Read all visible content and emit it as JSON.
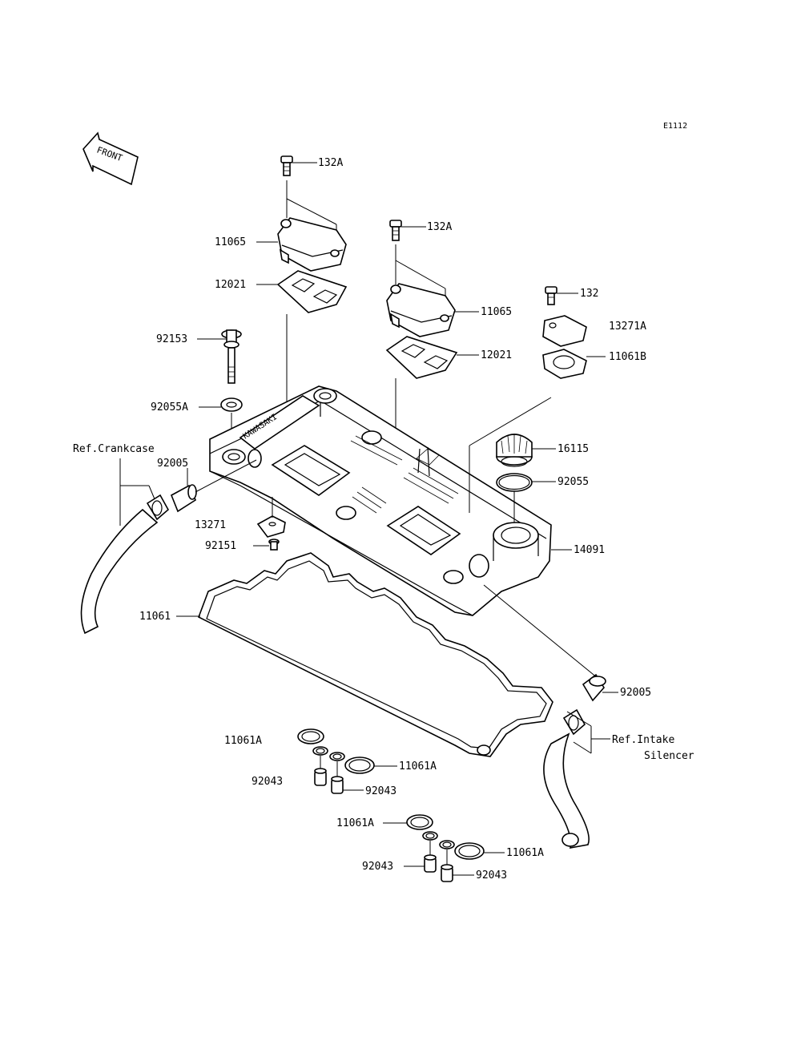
{
  "diagram_id": "E1112",
  "direction_label": "FRONT",
  "labels": {
    "bolt_left": "132A",
    "bolt_right": "132A",
    "cover_left": "11065",
    "cover_right": "11065",
    "gasket_left": "12021",
    "gasket_right": "12021",
    "bolt_small": "132",
    "plate": "13271A",
    "plate_gasket": "11061B",
    "bolt_washer": "92153",
    "washer": "92055A",
    "ref_crankcase": "Ref.Crankcase",
    "fitting_left": "92005",
    "cap": "16115",
    "oring": "92055",
    "bracket": "13271",
    "screw": "92151",
    "head_cover": "14091",
    "head_gasket": "11061",
    "fitting_right": "92005",
    "ref_intake_1": "Ref.Intake",
    "ref_intake_2": "Silencer",
    "seal_a1": "11061A",
    "seal_a2": "11061A",
    "seal_a3": "11061A",
    "seal_a4": "11061A",
    "dowel_1": "92043",
    "dowel_2": "92043",
    "dowel_3": "92043",
    "dowel_4": "92043"
  }
}
